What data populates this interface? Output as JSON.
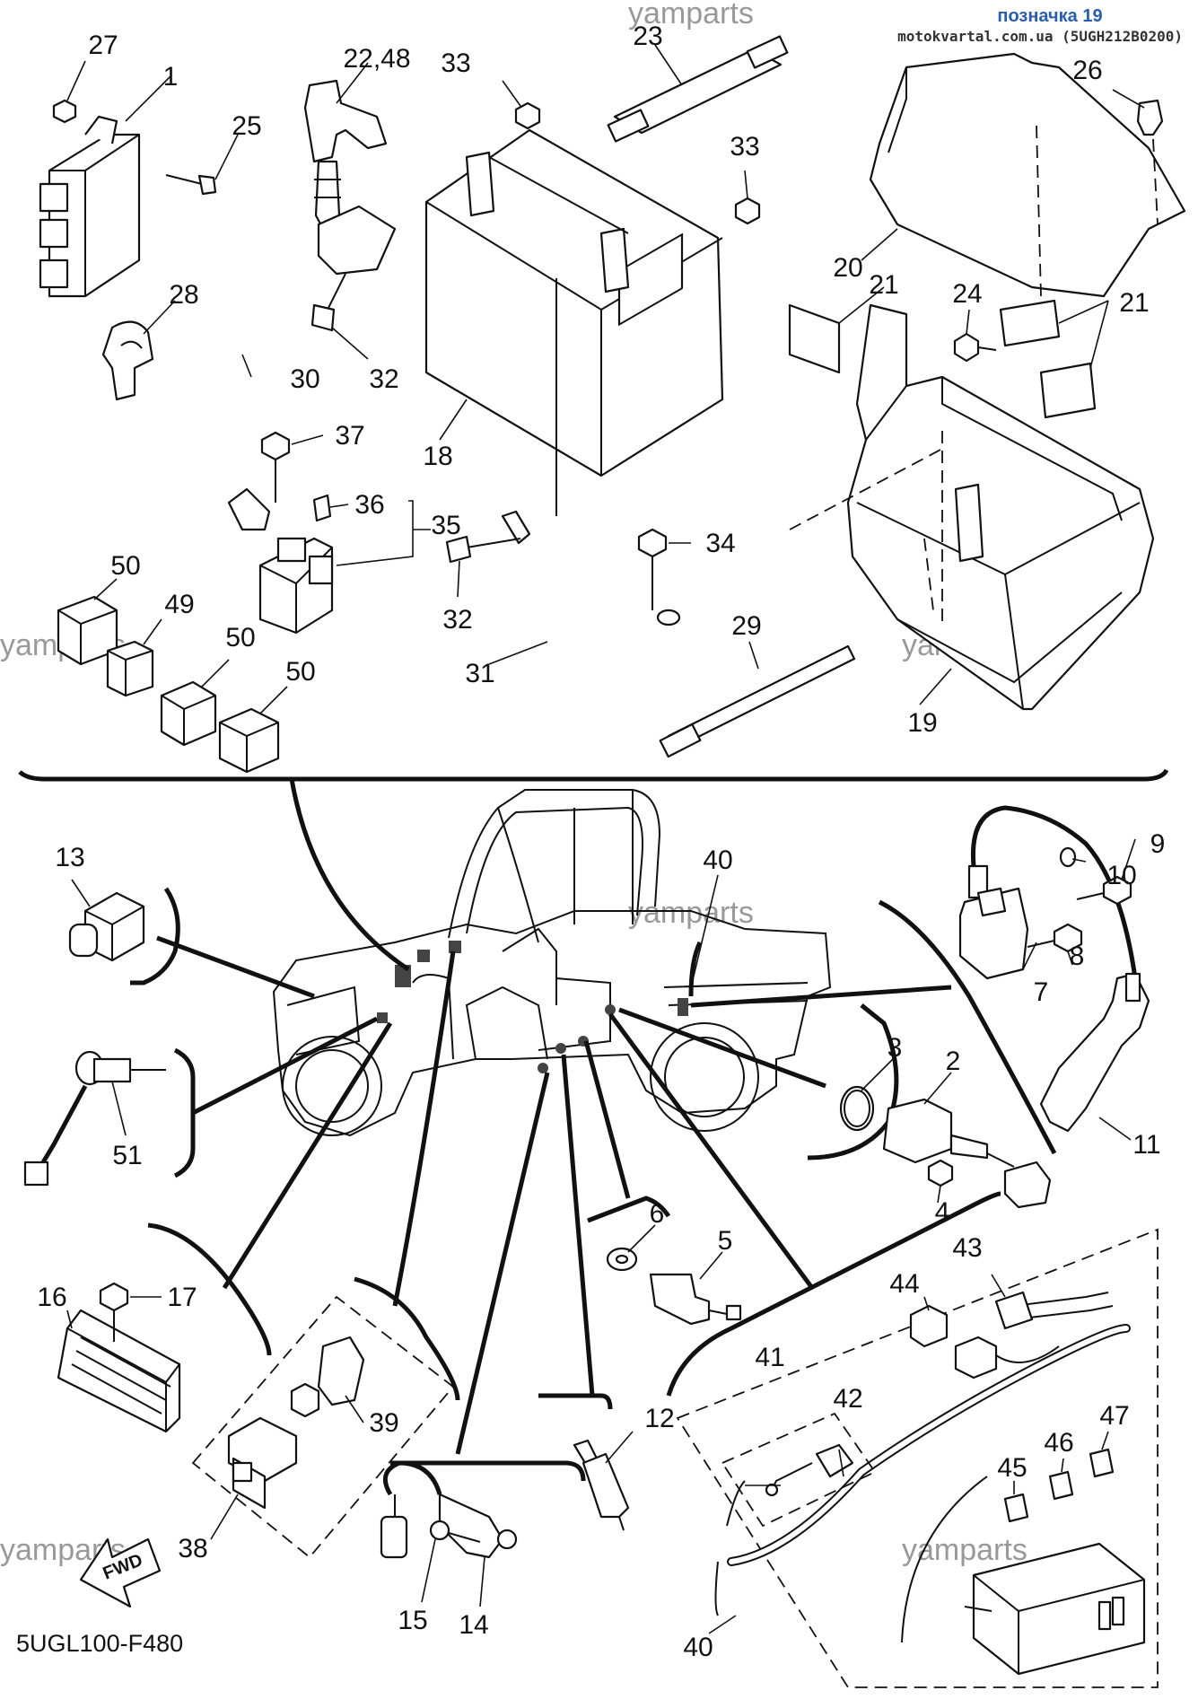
{
  "header": {
    "title": "позначка 19",
    "source": "motokvartal.com.ua (5UGH212B0200)"
  },
  "watermark": "yamparts",
  "diagram_code": "5UGL100-F480",
  "fwd_label": "FWD",
  "callouts": [
    {
      "id": "c1",
      "text": "1"
    },
    {
      "id": "c2",
      "text": "2"
    },
    {
      "id": "c3",
      "text": "3"
    },
    {
      "id": "c4",
      "text": "4"
    },
    {
      "id": "c5",
      "text": "5"
    },
    {
      "id": "c6",
      "text": "6"
    },
    {
      "id": "c7",
      "text": "7"
    },
    {
      "id": "c8",
      "text": "8"
    },
    {
      "id": "c9",
      "text": "9"
    },
    {
      "id": "c10",
      "text": "10"
    },
    {
      "id": "c11",
      "text": "11"
    },
    {
      "id": "c12",
      "text": "12"
    },
    {
      "id": "c13",
      "text": "13"
    },
    {
      "id": "c14",
      "text": "14"
    },
    {
      "id": "c15",
      "text": "15"
    },
    {
      "id": "c16",
      "text": "16"
    },
    {
      "id": "c17",
      "text": "17"
    },
    {
      "id": "c18",
      "text": "18"
    },
    {
      "id": "c19",
      "text": "19"
    },
    {
      "id": "c20",
      "text": "20"
    },
    {
      "id": "c21a",
      "text": "21"
    },
    {
      "id": "c21b",
      "text": "21"
    },
    {
      "id": "c22",
      "text": "22,48"
    },
    {
      "id": "c23",
      "text": "23"
    },
    {
      "id": "c24",
      "text": "24"
    },
    {
      "id": "c25",
      "text": "25"
    },
    {
      "id": "c26",
      "text": "26"
    },
    {
      "id": "c27",
      "text": "27"
    },
    {
      "id": "c28",
      "text": "28"
    },
    {
      "id": "c29",
      "text": "29"
    },
    {
      "id": "c30",
      "text": "30"
    },
    {
      "id": "c31",
      "text": "31"
    },
    {
      "id": "c32a",
      "text": "32"
    },
    {
      "id": "c32b",
      "text": "32"
    },
    {
      "id": "c33a",
      "text": "33"
    },
    {
      "id": "c33b",
      "text": "33"
    },
    {
      "id": "c34",
      "text": "34"
    },
    {
      "id": "c35",
      "text": "35"
    },
    {
      "id": "c36",
      "text": "36"
    },
    {
      "id": "c37",
      "text": "37"
    },
    {
      "id": "c38",
      "text": "38"
    },
    {
      "id": "c39",
      "text": "39"
    },
    {
      "id": "c40a",
      "text": "40"
    },
    {
      "id": "c40b",
      "text": "40"
    },
    {
      "id": "c41",
      "text": "41"
    },
    {
      "id": "c42",
      "text": "42"
    },
    {
      "id": "c43",
      "text": "43"
    },
    {
      "id": "c44",
      "text": "44"
    },
    {
      "id": "c45",
      "text": "45"
    },
    {
      "id": "c46",
      "text": "46"
    },
    {
      "id": "c47",
      "text": "47"
    },
    {
      "id": "c49",
      "text": "49"
    },
    {
      "id": "c50a",
      "text": "50"
    },
    {
      "id": "c50b",
      "text": "50"
    },
    {
      "id": "c50c",
      "text": "50"
    },
    {
      "id": "c51",
      "text": "51"
    }
  ]
}
